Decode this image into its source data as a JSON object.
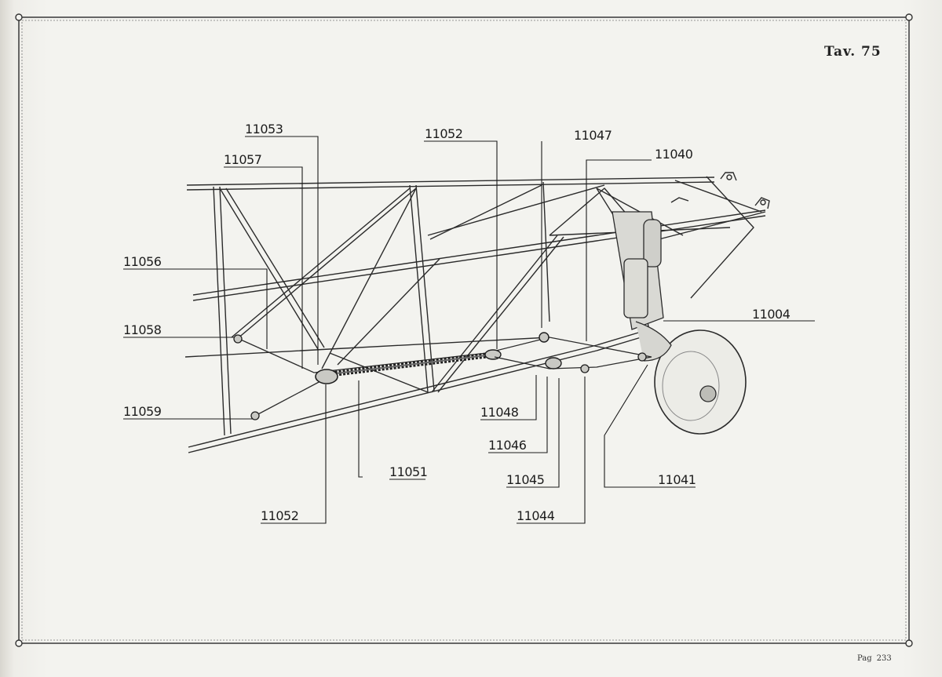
{
  "header": {
    "plate": "Tav. 75"
  },
  "footer": {
    "page_label": "Pag",
    "page_number": "233"
  },
  "diagram": {
    "callouts": [
      {
        "id": "c-11053",
        "text": "11053"
      },
      {
        "id": "c-11057",
        "text": "11057"
      },
      {
        "id": "c-11052-top",
        "text": "11052"
      },
      {
        "id": "c-11047",
        "text": "11047"
      },
      {
        "id": "c-11040",
        "text": "11040"
      },
      {
        "id": "c-11056",
        "text": "11056"
      },
      {
        "id": "c-11058",
        "text": "11058"
      },
      {
        "id": "c-11004",
        "text": "11004"
      },
      {
        "id": "c-11059",
        "text": "11059"
      },
      {
        "id": "c-11048",
        "text": "11048"
      },
      {
        "id": "c-11046",
        "text": "11046"
      },
      {
        "id": "c-11051",
        "text": "11051"
      },
      {
        "id": "c-11045",
        "text": "11045"
      },
      {
        "id": "c-11041",
        "text": "11041"
      },
      {
        "id": "c-11052-bottom",
        "text": "11052"
      },
      {
        "id": "c-11044",
        "text": "11044"
      }
    ]
  }
}
